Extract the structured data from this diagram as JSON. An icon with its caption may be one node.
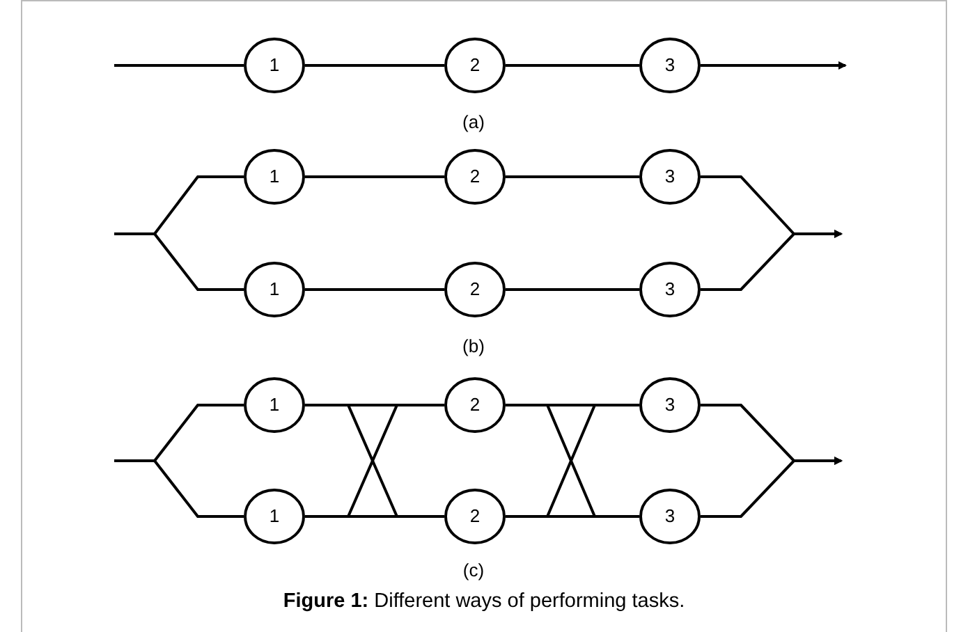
{
  "diagram": {
    "caption": "**Figure 1:** Different ways of performing tasks.",
    "nodes": [
      {
        "text": [
          "1"
        ]
      },
      {
        "text": [
          "2"
        ]
      },
      {
        "text": [
          "3"
        ]
      },
      {
        "text": [
          "1"
        ]
      },
      {
        "text": [
          "2"
        ]
      },
      {
        "text": [
          "3"
        ]
      },
      {
        "text": [
          "1"
        ]
      },
      {
        "text": [
          "2"
        ]
      },
      {
        "text": [
          "3"
        ]
      },
      {
        "text": [
          "1"
        ]
      },
      {
        "text": [
          "2"
        ]
      },
      {
        "text": [
          "3"
        ]
      },
      {
        "text": [
          "1"
        ]
      },
      {
        "text": [
          "2"
        ]
      },
      {
        "text": [
          "3"
        ]
      }
    ],
    "edges": [
      {
        "from": null,
        "to": 0,
        "arrow": "none"
      },
      {
        "from": 0,
        "to": 1,
        "arrow": "none"
      },
      {
        "from": 1,
        "to": 2,
        "arrow": "none"
      },
      {
        "from": 2,
        "to": null,
        "arrow": "to"
      },
      {
        "from": null,
        "to": 3,
        "arrow": "none"
      },
      {
        "from": null,
        "to": 6,
        "arrow": "none"
      },
      {
        "from": 3,
        "to": 4,
        "arrow": "none"
      },
      {
        "from": 4,
        "to": 5,
        "arrow": "none"
      },
      {
        "from": 6,
        "to": 7,
        "arrow": "none"
      },
      {
        "from": 7,
        "to": 8,
        "arrow": "none"
      },
      {
        "from": 5,
        "to": null,
        "arrow": "to"
      },
      {
        "from": 8,
        "to": null,
        "arrow": "to"
      },
      {
        "from": null,
        "to": 9,
        "arrow": "none"
      },
      {
        "from": null,
        "to": 12,
        "arrow": "none"
      },
      {
        "from": 9,
        "to": 10,
        "arrow": "none"
      },
      {
        "from": 9,
        "to": 13,
        "arrow": "none"
      },
      {
        "from": 12,
        "to": 10,
        "arrow": "none"
      },
      {
        "from": 12,
        "to": 13,
        "arrow": "none"
      },
      {
        "from": 10,
        "to": 11,
        "arrow": "none"
      },
      {
        "from": 10,
        "to": 14,
        "arrow": "none"
      },
      {
        "from": 13,
        "to": 11,
        "arrow": "none"
      },
      {
        "from": 13,
        "to": 14,
        "arrow": "none"
      },
      {
        "from": 11,
        "to": null,
        "arrow": "to"
      },
      {
        "from": 14,
        "to": null,
        "arrow": "to"
      }
    ],
    "labels": [
      "(a)",
      "(b)",
      "(c)"
    ]
  }
}
